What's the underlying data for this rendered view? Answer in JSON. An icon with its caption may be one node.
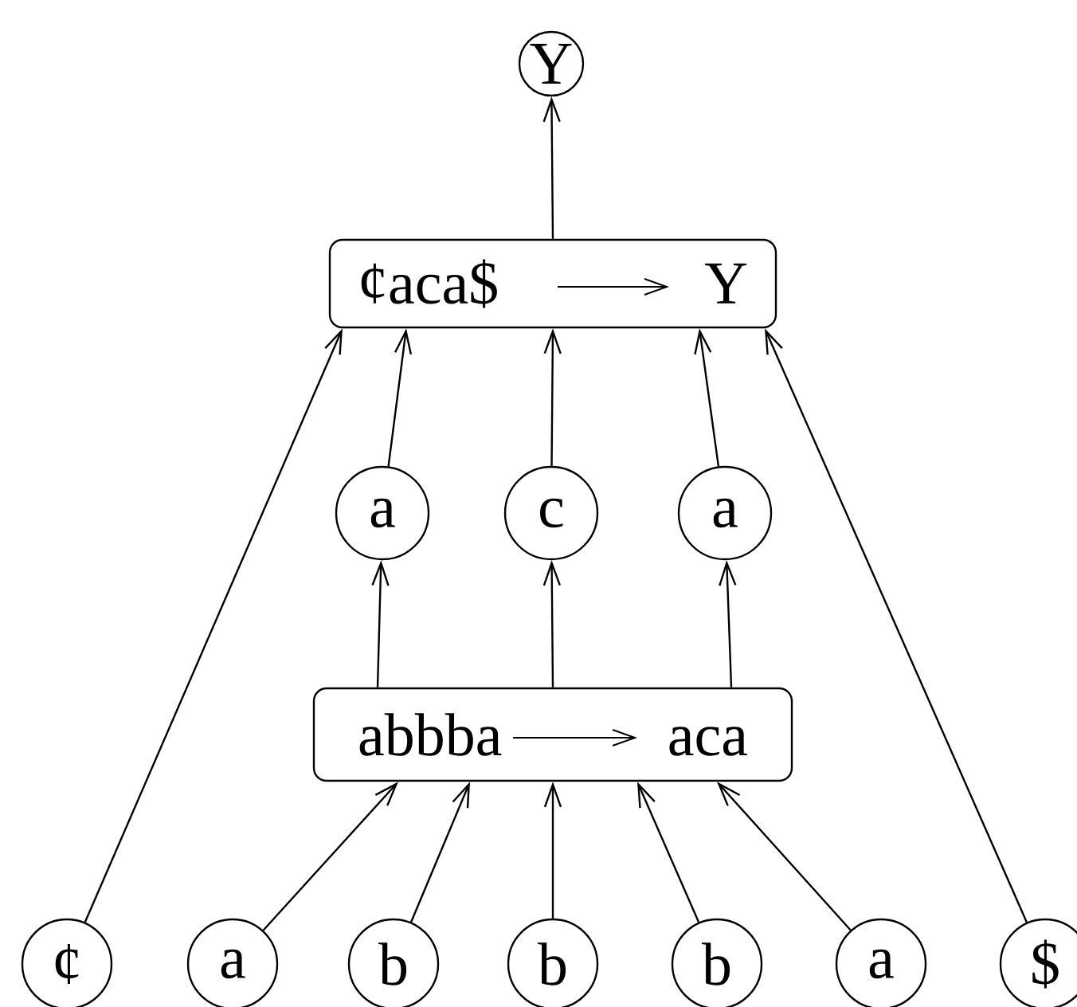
{
  "diagram": {
    "nodes": [
      {
        "text": [
          "Y"
        ]
      },
      {
        "text": [
          "¢aca$",
          "Y"
        ]
      },
      {
        "text": [
          "a"
        ]
      },
      {
        "text": [
          "c"
        ]
      },
      {
        "text": [
          "a"
        ]
      },
      {
        "text": [
          "abbba",
          "aca"
        ]
      },
      {
        "text": [
          "¢"
        ]
      },
      {
        "text": [
          "a"
        ]
      },
      {
        "text": [
          "b"
        ]
      },
      {
        "text": [
          "b"
        ]
      },
      {
        "text": [
          "b"
        ]
      },
      {
        "text": [
          "a"
        ]
      },
      {
        "text": [
          "$"
        ]
      }
    ],
    "edges": [
      {
        "from": 6,
        "to": 1,
        "arrow": "to"
      },
      {
        "from": 7,
        "to": 5,
        "arrow": "to"
      },
      {
        "from": 8,
        "to": 5,
        "arrow": "to"
      },
      {
        "from": 9,
        "to": 5,
        "arrow": "to"
      },
      {
        "from": 10,
        "to": 5,
        "arrow": "to"
      },
      {
        "from": 11,
        "to": 5,
        "arrow": "to"
      },
      {
        "from": 5,
        "to": 2,
        "arrow": "to"
      },
      {
        "from": 5,
        "to": 3,
        "arrow": "to"
      },
      {
        "from": 5,
        "to": 4,
        "arrow": "to"
      },
      {
        "from": 2,
        "to": 1,
        "arrow": "to"
      },
      {
        "from": 3,
        "to": 1,
        "arrow": "to"
      },
      {
        "from": 4,
        "to": 1,
        "arrow": "to"
      },
      {
        "from": 12,
        "to": 1,
        "arrow": "to"
      },
      {
        "from": 1,
        "to": 0,
        "arrow": "to"
      }
    ]
  }
}
